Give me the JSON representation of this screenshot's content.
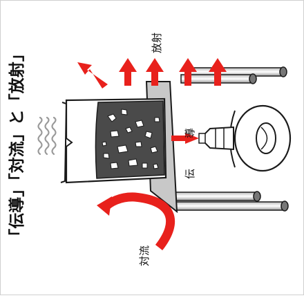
{
  "title": "「伝導」「対流」と「放射」",
  "labels": {
    "radiation": "放射",
    "conduction": "伝導",
    "convection": "対流"
  },
  "colors": {
    "arrow_red": "#e8211c",
    "plate_gray": "#c8c8c8",
    "beaker_fill": "#4a4a4a",
    "outline": "#1a1a1a",
    "heat_wave": "#9a9a9a",
    "stand_bar": "#3a3a3a"
  }
}
